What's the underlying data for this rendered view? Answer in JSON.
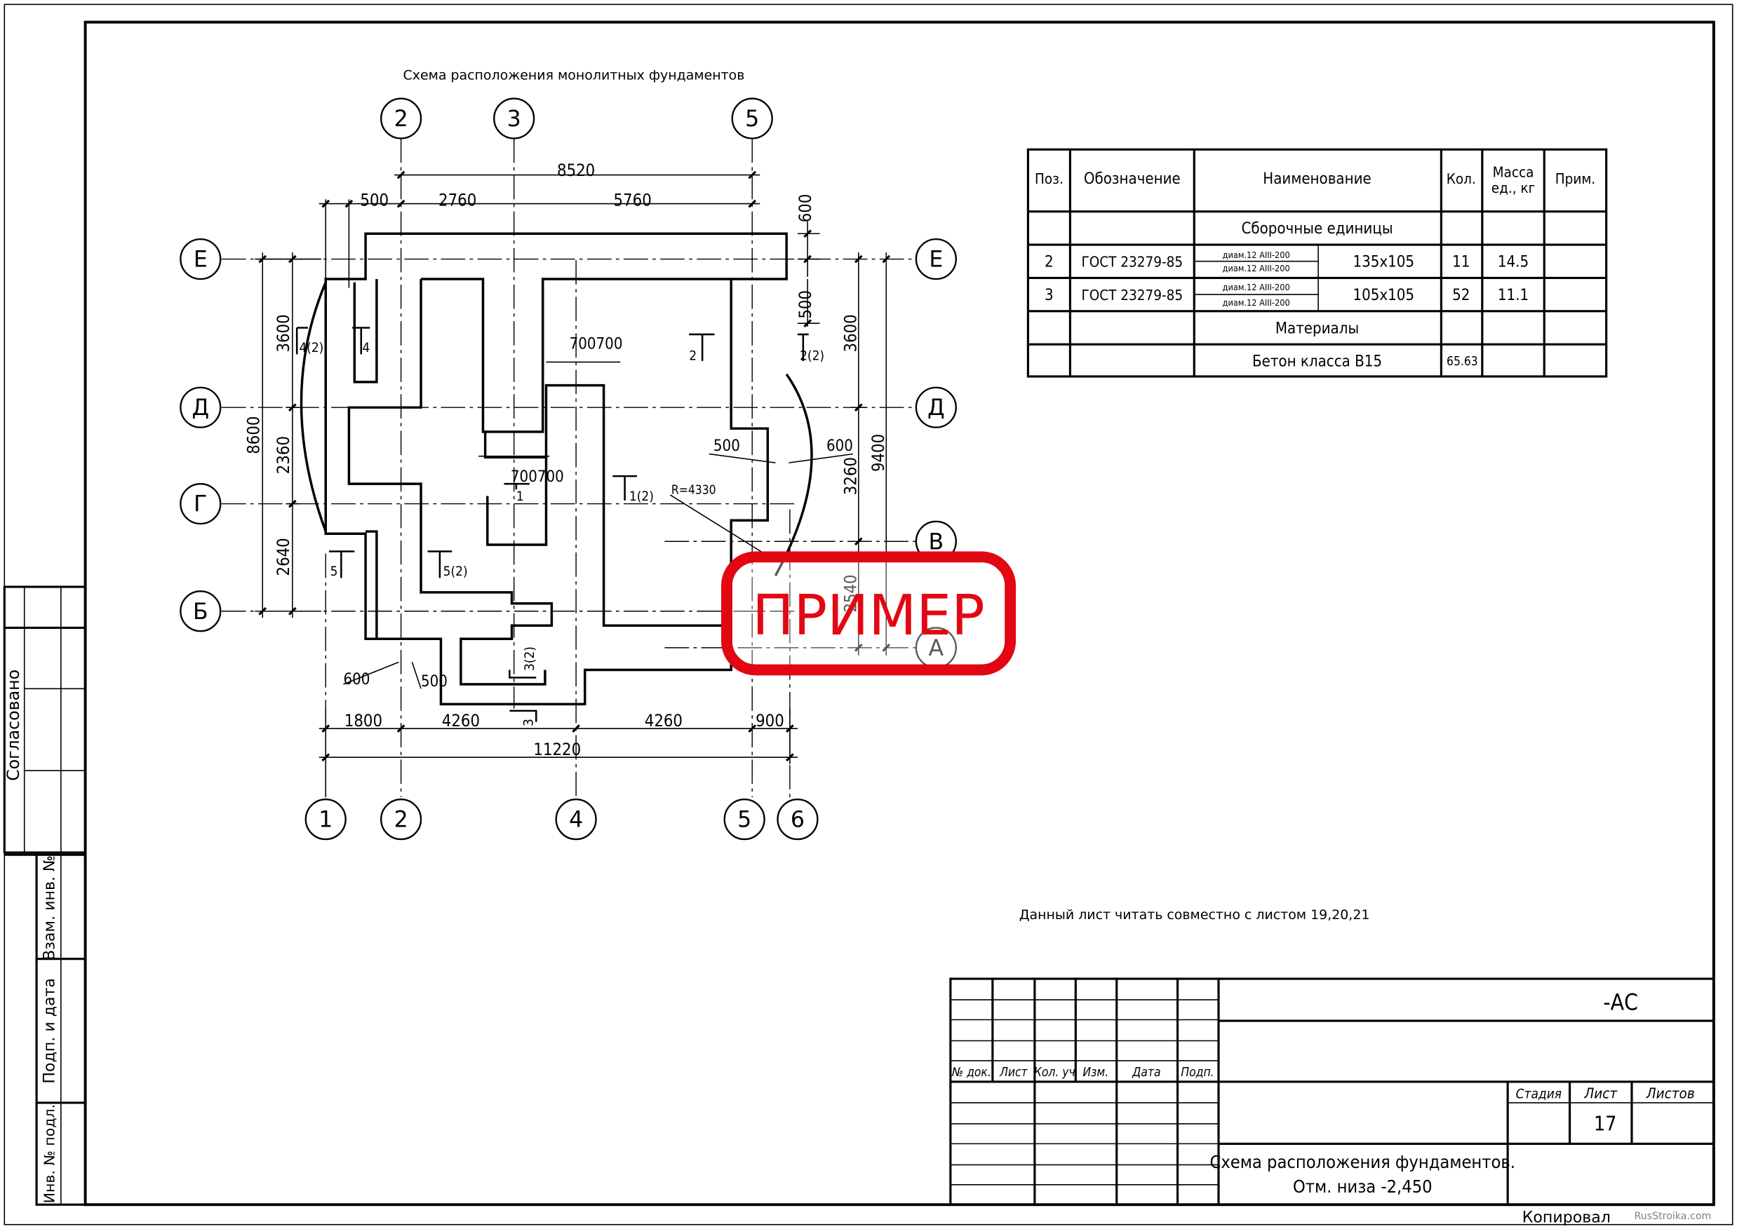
{
  "plan_title": "Схема расположения монолитных фундаментов",
  "axes": {
    "top": [
      "2",
      "3",
      "5"
    ],
    "bottom": [
      "1",
      "2",
      "4",
      "5",
      "6"
    ],
    "left": [
      "Е",
      "Д",
      "Г",
      "Б"
    ],
    "right": [
      "Е",
      "Д",
      "В",
      "А"
    ]
  },
  "dims": {
    "top_total": "8520",
    "top_a": "500",
    "top_b": "2760",
    "top_c": "5760",
    "top_600": "600",
    "right_500": "500",
    "left_3600": "3600",
    "left_2360": "2360",
    "left_2640": "2640",
    "left_8600": "8600",
    "right_3600": "3600",
    "right_3260": "3260",
    "right_2540": "2540",
    "right_9400": "9400",
    "inner_700700_top": "700700",
    "inner_700700_mid": "700700",
    "r_500": "500",
    "r_600": "600",
    "radius": "R=4330",
    "b_600": "600",
    "b_500": "500",
    "bottom_1800": "1800",
    "bottom_4260a": "4260",
    "bottom_4260b": "4260",
    "bottom_900": "900",
    "bottom_total": "11220"
  },
  "section_marks": [
    "4(2)",
    "4",
    "2",
    "2(2)",
    "1",
    "1(2)",
    "5",
    "5(2)",
    "3(2)",
    "3"
  ],
  "spec": {
    "headers": [
      "Поз.",
      "Обозначение",
      "Наименование",
      "Кол.",
      "Масса ед., кг",
      "Прим."
    ],
    "section1": "Сборочные единицы",
    "rows": [
      {
        "pos": "2",
        "code": "ГОСТ 23279-85",
        "sub": [
          "диам.12 AIII-200",
          "диам.12 AIII-200"
        ],
        "name": "135x105",
        "qty": "11",
        "mass": "14.5",
        "note": ""
      },
      {
        "pos": "3",
        "code": "ГОСТ 23279-85",
        "sub": [
          "диам.12 AIII-200",
          "диам.12 AIII-200"
        ],
        "name": "105x105",
        "qty": "52",
        "mass": "11.1",
        "note": ""
      }
    ],
    "section2": "Материалы",
    "material": {
      "name": "Бетон класса В15",
      "qty": "65.63"
    }
  },
  "note": "Данный лист читать совместно с листом 19,20,21",
  "watermark": "ПРИМЕР",
  "left_strip": {
    "agreed": "Согласовано",
    "inv_zam": "Взам. инв. №",
    "sign_date": "Подп. и дата",
    "inv_orig": "Инв. № подл."
  },
  "title_block": {
    "code": "-АС",
    "col_headers": [
      "№ док.",
      "Лист",
      "Кол. уч",
      "Изм.",
      "Дата",
      "Подп."
    ],
    "stage_label": "Стадия",
    "sheet_label": "Лист",
    "sheets_label": "Листов",
    "sheet_no": "17",
    "title_line1": "Схема расположения фундаментов.",
    "title_line2": "Отм. низа -2,450",
    "copied": "Копировал",
    "format_site": "RusStroika.com"
  },
  "colors": {
    "line": "#000000",
    "watermark": "#e30613",
    "background": "#ffffff"
  }
}
